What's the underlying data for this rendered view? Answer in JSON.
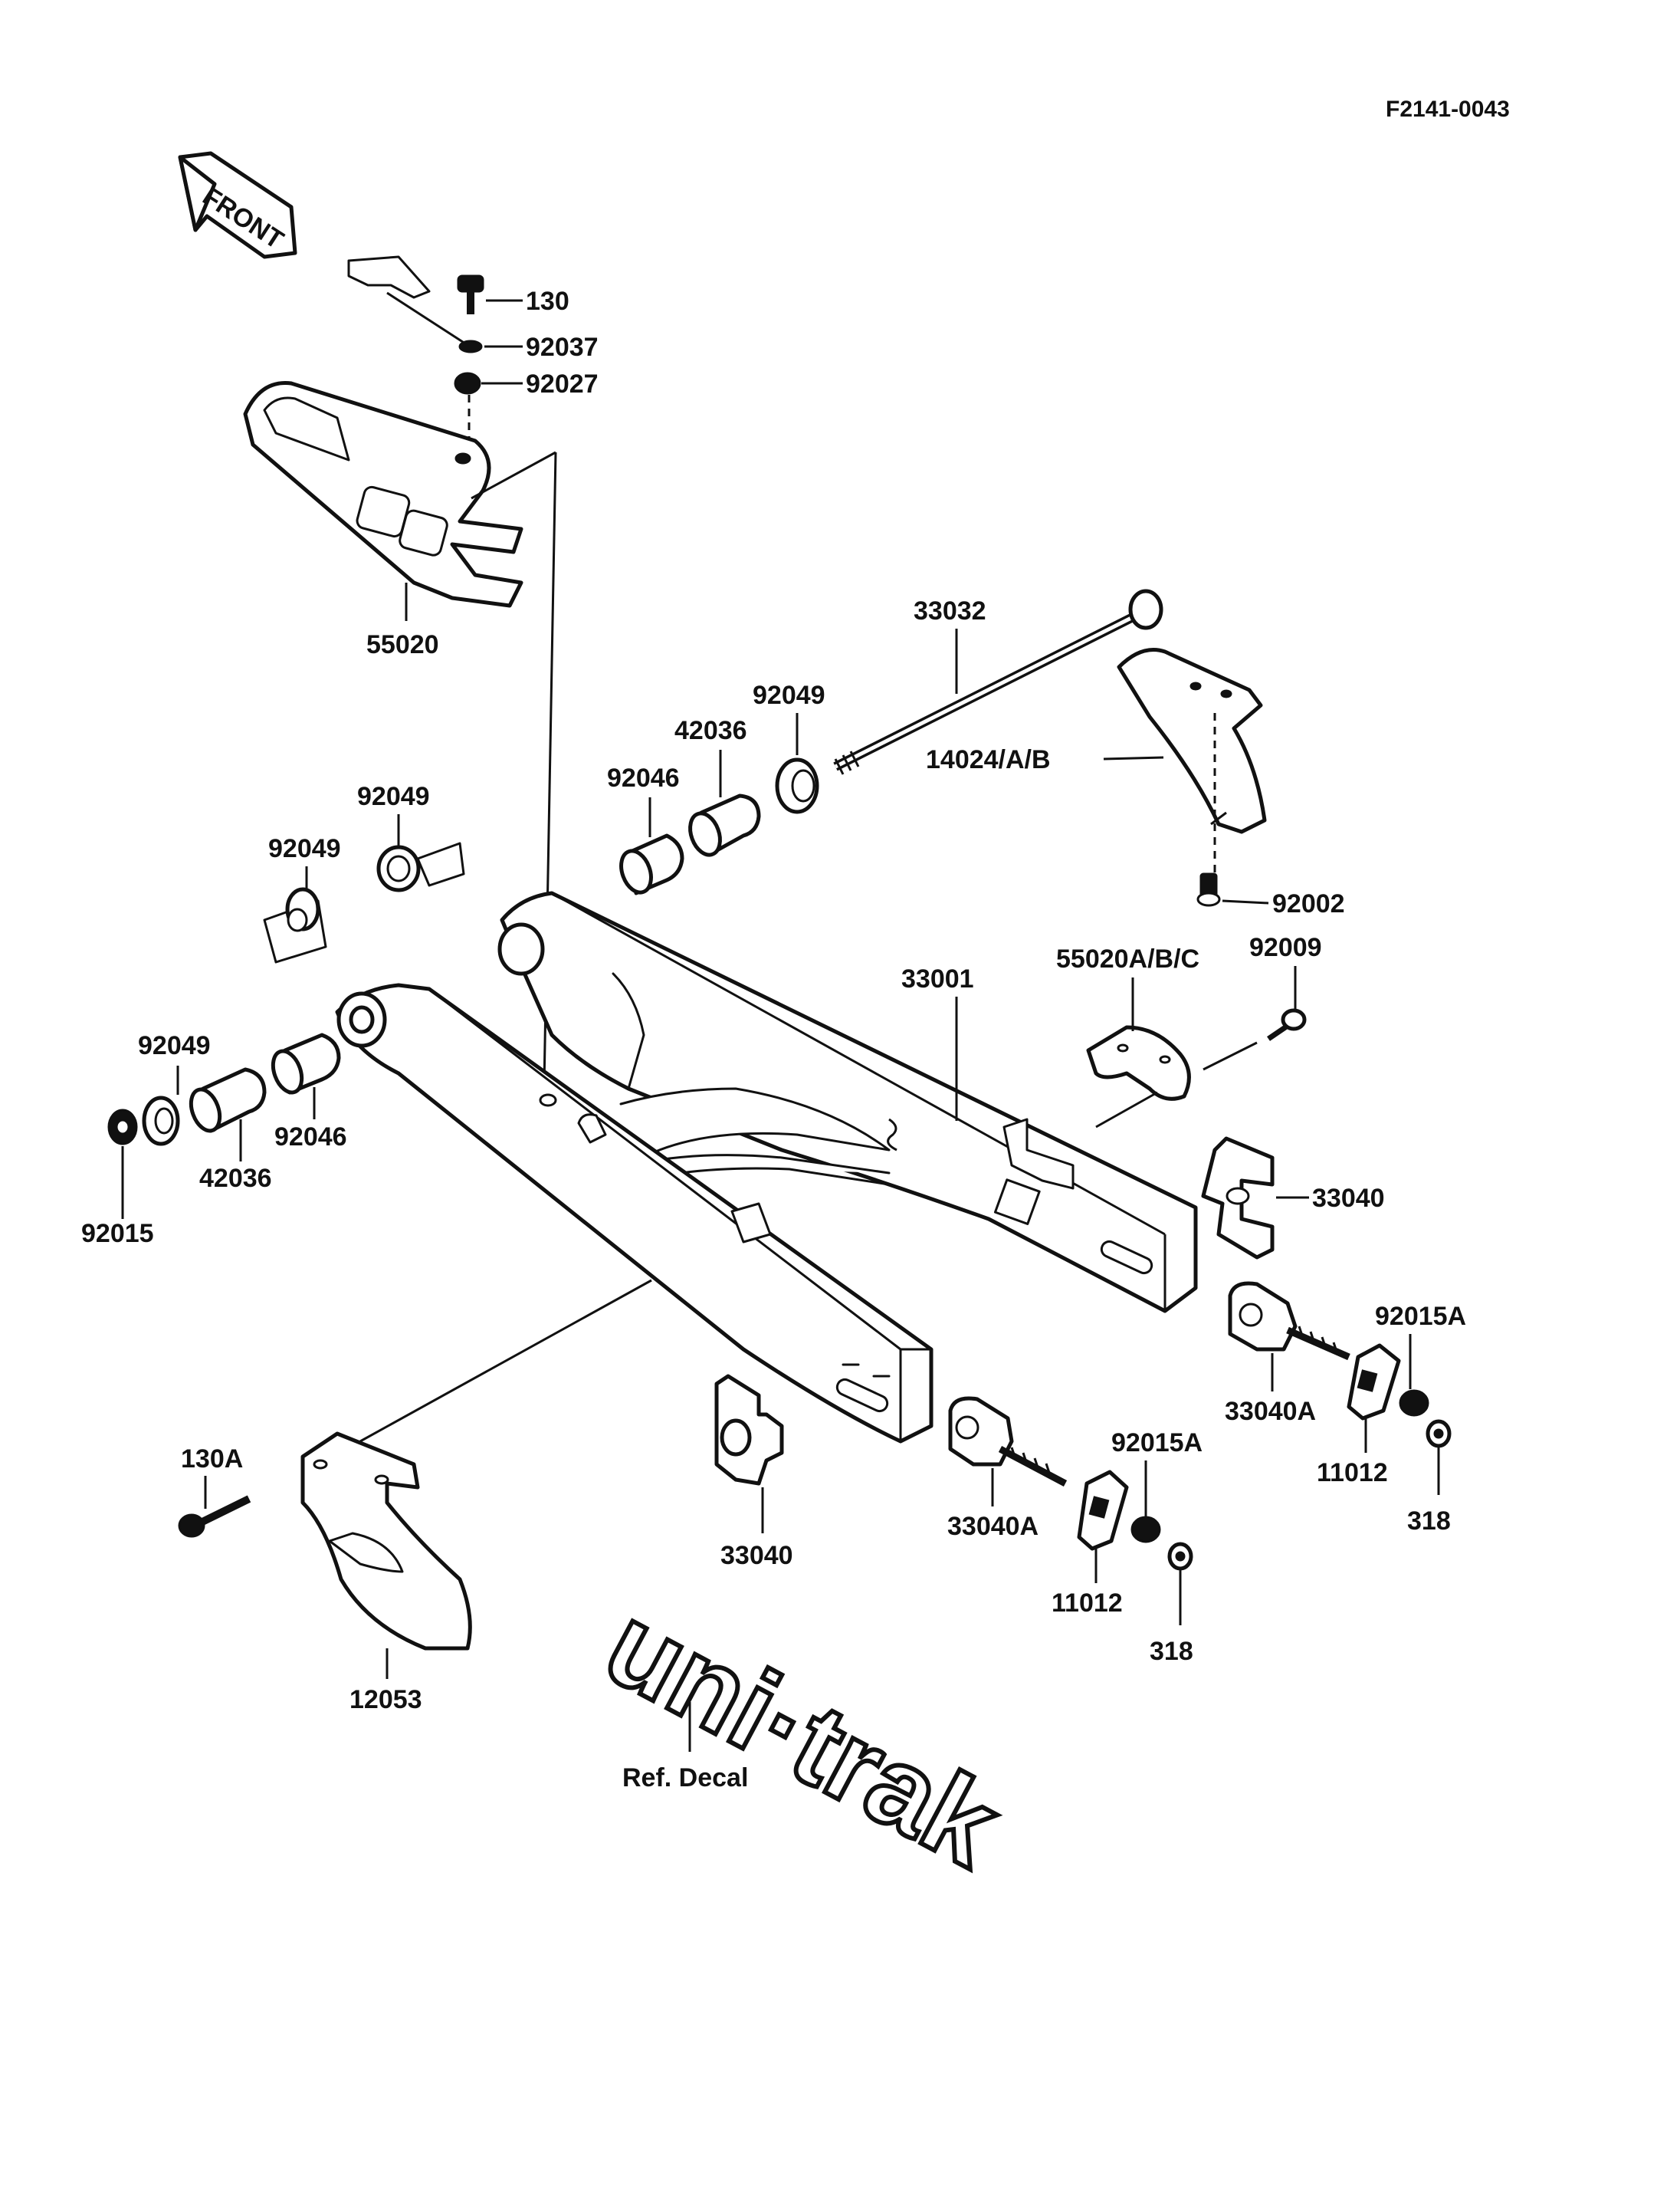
{
  "diagram_code": "F2141-0043",
  "front_label": "FRONT",
  "logo_text": "uni·trak",
  "ref_decal": "Ref. Decal",
  "labels": {
    "p130": "130",
    "p92037": "92037",
    "p92027": "92027",
    "p55020": "55020",
    "p33032": "33032",
    "p92049_top": "92049",
    "p42036_top": "42036",
    "p92046_top": "92046",
    "p14024": "14024/A/B",
    "p92049_mid": "92049",
    "p92049_left": "92049",
    "p92002": "92002",
    "p55020abc": "55020A/B/C",
    "p92009": "92009",
    "p33001": "33001",
    "p92049_low": "92049",
    "p42036_low": "42036",
    "p92046_low": "92046",
    "p92015": "92015",
    "p33040_right": "33040",
    "p92015a_right": "92015A",
    "p33040a_right": "33040A",
    "p11012_right": "11012",
    "p318_right": "318",
    "p130a": "130A",
    "p33040_mid": "33040",
    "p33040a_mid": "33040A",
    "p92015a_mid": "92015A",
    "p11012_mid": "11012",
    "p318_mid": "318",
    "p12053": "12053"
  }
}
